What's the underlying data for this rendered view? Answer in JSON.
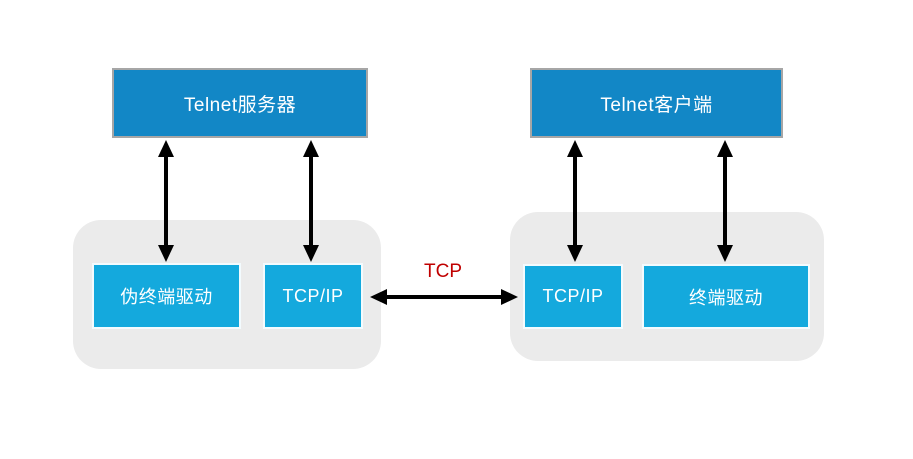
{
  "nodes": {
    "server": "Telnet服务器",
    "client": "Telnet客户端",
    "pseudo_terminal_driver": "伪终端驱动",
    "tcp_ip_server": "TCP/IP",
    "tcp_ip_client": "TCP/IP",
    "terminal_driver": "终端驱动"
  },
  "connection_label": "TCP",
  "icons": {
    "vertical_link": "double-headed-arrow-vertical",
    "horizontal_link": "double-headed-arrow-horizontal"
  },
  "colors": {
    "node_primary": "#1287c6",
    "node_primary_border": "#a6a6a6",
    "node_secondary": "#14a9dd",
    "group_background": "#ebebeb",
    "arrow": "#000000",
    "connection_label": "#c00000",
    "node_text": "#ffffff",
    "canvas": "#ffffff"
  }
}
